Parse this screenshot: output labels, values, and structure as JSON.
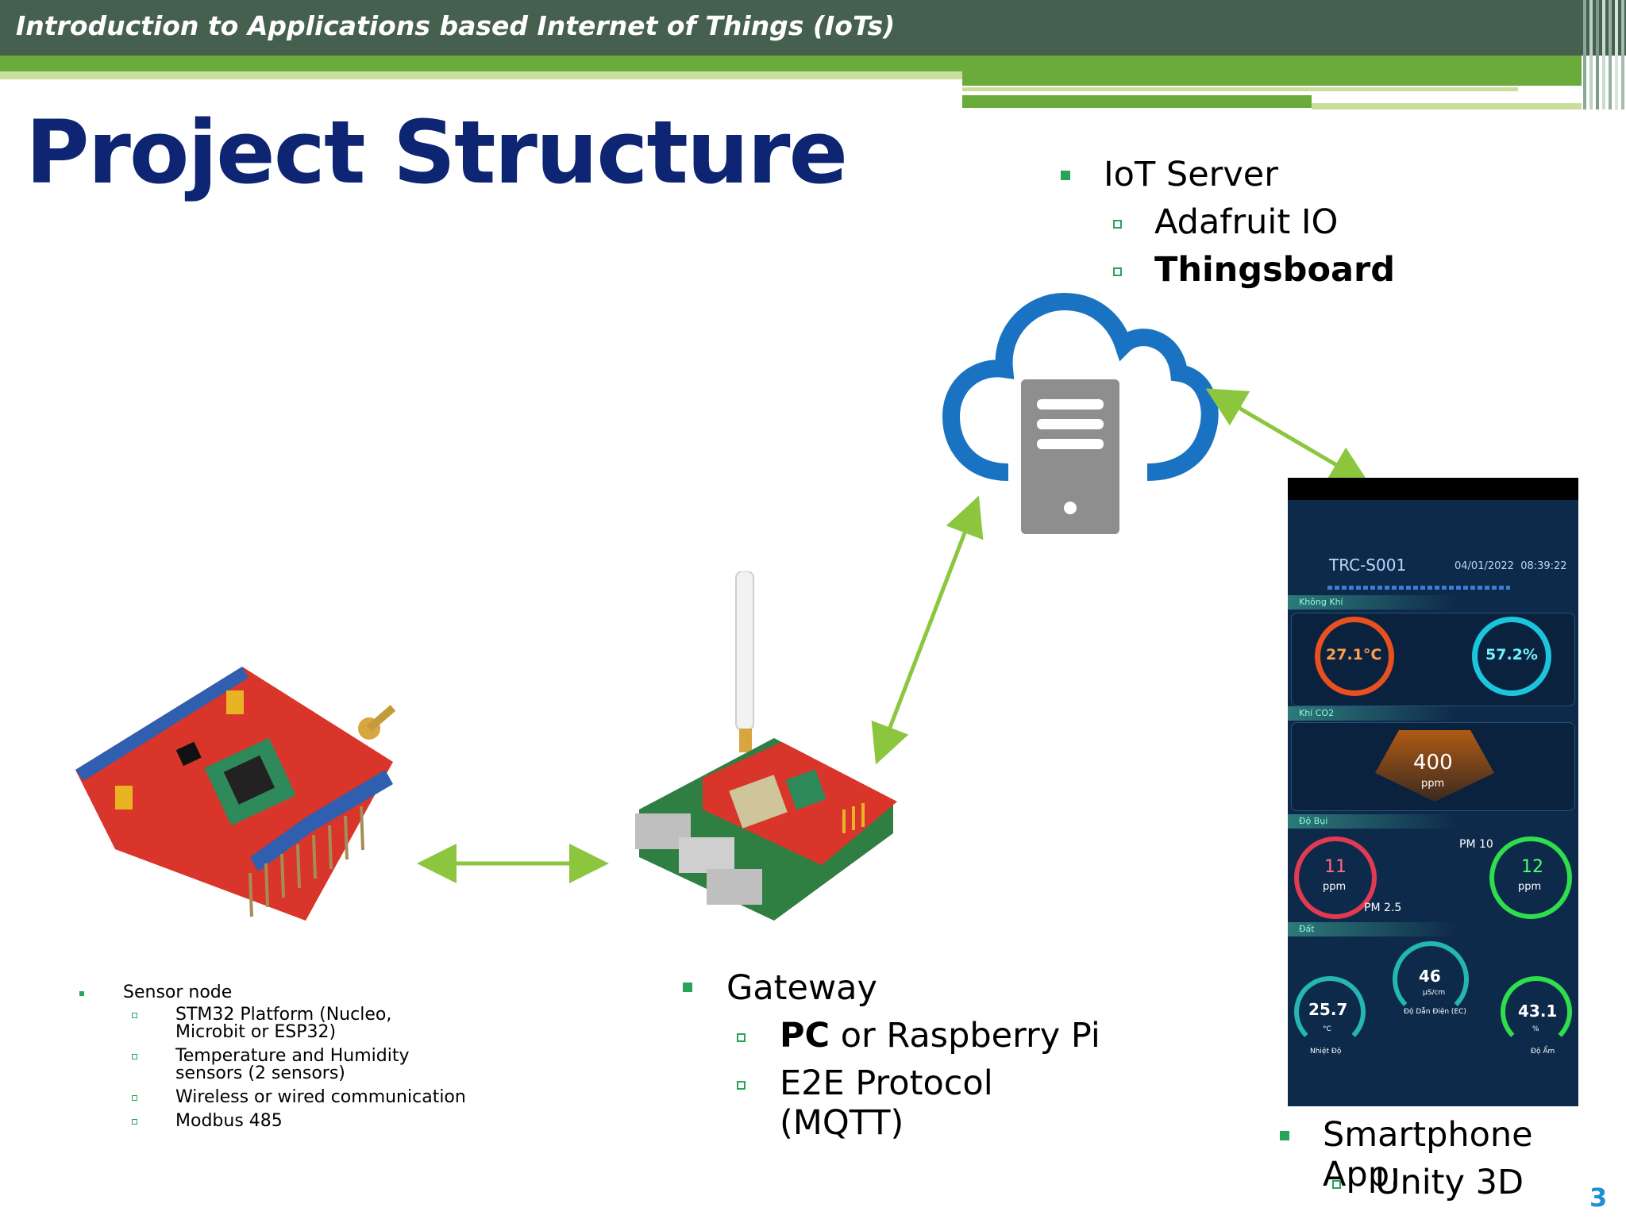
{
  "header": {
    "course_title": "Introduction to Applications based Internet of Things (IoTs)"
  },
  "slide": {
    "title": "Project Structure",
    "page_number": "3"
  },
  "iot_server": {
    "heading": "IoT Server",
    "items": [
      "Adafruit IO",
      "Thingsboard"
    ]
  },
  "sensor_node": {
    "heading": "Sensor node",
    "items": [
      "STM32 Platform (Nucleo, Microbit or ESP32)",
      "Temperature and Humidity sensors (2 sensors)",
      "Wireless or wired communication",
      "Modbus 485"
    ]
  },
  "gateway": {
    "heading": "Gateway",
    "item1_bold": "PC",
    "item1_rest": " or Raspberry Pi",
    "item2": "E2E Protocol (MQTT)"
  },
  "smartphone": {
    "heading": "Smartphone App:",
    "items": [
      "Unity 3D"
    ]
  },
  "dashboard": {
    "device_id": "TRC-S001",
    "datetime": "04/01/2022  08:39:22",
    "section_air": "Không Khí",
    "temperature": "27.1°C",
    "humidity": "57.2%",
    "section_co2": "Khí CO2",
    "co2_value": "400",
    "co2_unit": "ppm",
    "section_dust": "Độ Bụi",
    "pm25_value": "11",
    "pm25_unit": "ppm",
    "pm25_label": "PM 2.5",
    "pm10_value": "12",
    "pm10_unit": "ppm",
    "pm10_label": "PM 10",
    "section_soil": "Đất",
    "soil_temp": "25.7",
    "soil_temp_unit": "°C",
    "soil_temp_label": "Nhiệt Độ",
    "ec_value": "46",
    "ec_unit": "µS/cm",
    "ec_label": "Độ Dẫn Điện (EC)",
    "soil_humidity": "43.1",
    "soil_humidity_unit": "%",
    "soil_humidity_label": "Độ Ẩm"
  },
  "colors": {
    "title_blue": "#0d2572",
    "header_dark": "#45604f",
    "header_green": "#6aab3c",
    "bullet_green": "#27a35a",
    "arrow_green": "#8cc63f",
    "cloud_blue": "#1a73c2",
    "server_gray": "#8e8e8e"
  }
}
